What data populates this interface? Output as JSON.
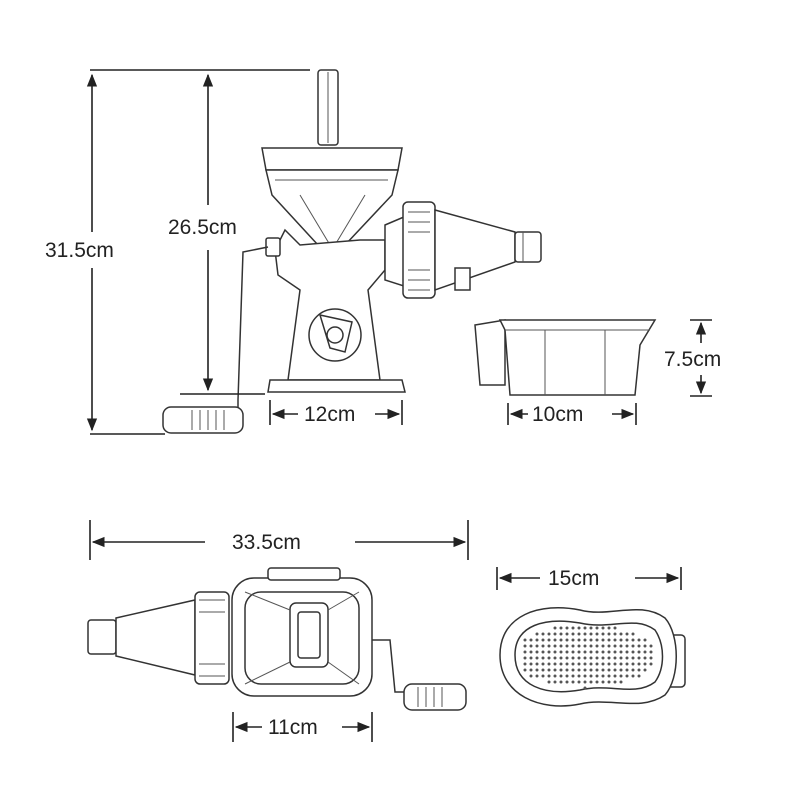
{
  "dimensions": {
    "total_height": "31.5cm",
    "body_height": "26.5cm",
    "base_width": "12cm",
    "cup_height": "7.5cm",
    "cup_width": "10cm",
    "total_length": "33.5cm",
    "top_width": "11cm",
    "strainer_width": "15cm"
  },
  "colors": {
    "line": "#333333",
    "background": "#ffffff"
  }
}
